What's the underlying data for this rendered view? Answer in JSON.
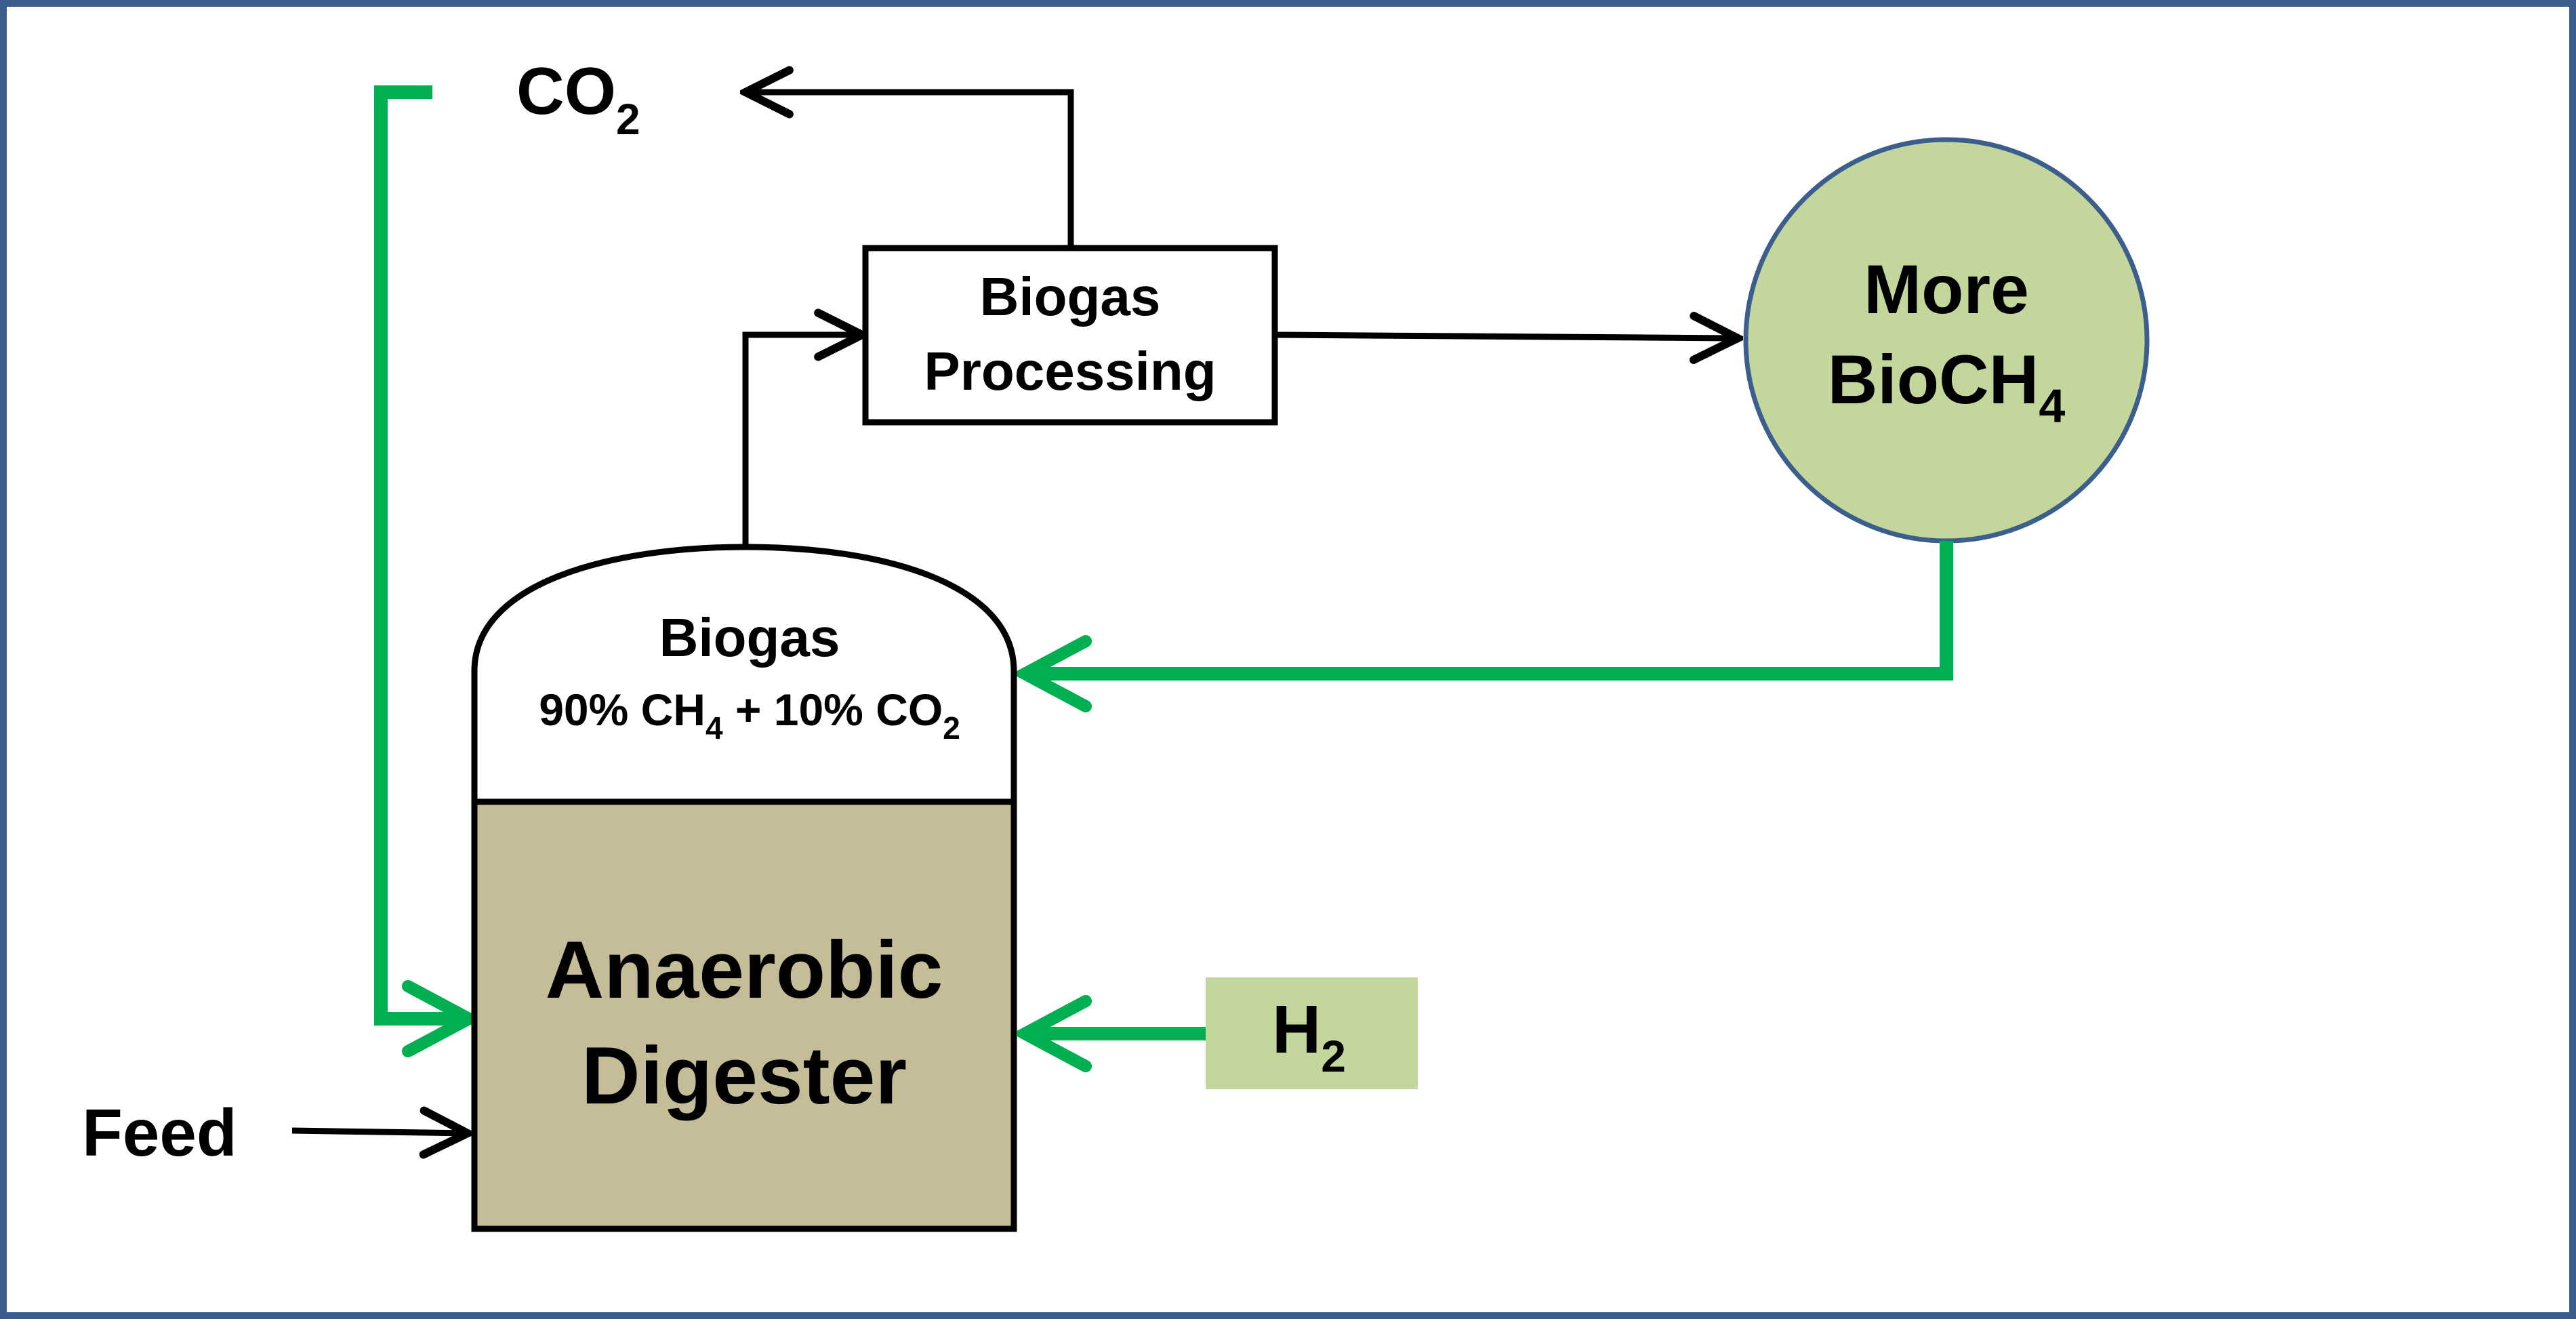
{
  "colors": {
    "frame": "#3B5E8C",
    "green_flow": "#00B050",
    "black_flow": "#000000",
    "circle_fill": "#C3D69B",
    "digester_fill": "#C4BD97",
    "h2_fill": "#C3D69B"
  },
  "labels": {
    "co2_out": {
      "main": "CO",
      "sub": "2"
    },
    "processing": {
      "line1": "Biogas",
      "line2": "Processing"
    },
    "product": {
      "line1": "More",
      "line2_main": "BioCH",
      "line2_sub": "4"
    },
    "dome": {
      "title": "Biogas",
      "comp_a": "90% CH",
      "comp_a_sub": "4",
      "comp_b": " + 10% CO",
      "comp_b_sub": "2"
    },
    "digester": {
      "line1": "Anaerobic",
      "line2": "Digester"
    },
    "h2": {
      "main": "H",
      "sub": "2"
    },
    "feed": "Feed"
  }
}
